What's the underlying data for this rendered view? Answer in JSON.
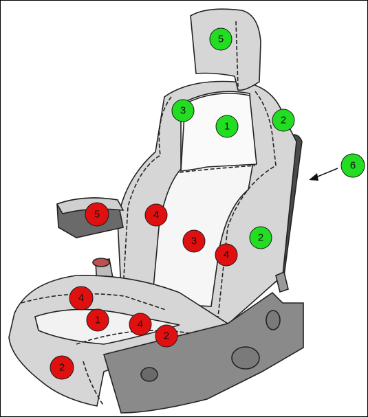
{
  "colors": {
    "green_marker": "#22dd22",
    "red_marker": "#e01010",
    "seat_fill": "#d6d6d6",
    "seat_light": "#f4f4f4",
    "frame_dark": "#8a8a8a"
  },
  "markers": {
    "green": [
      {
        "id": "g5",
        "label": "5"
      },
      {
        "id": "g3",
        "label": "3"
      },
      {
        "id": "g1",
        "label": "1"
      },
      {
        "id": "g2a",
        "label": "2"
      },
      {
        "id": "g6",
        "label": "6"
      },
      {
        "id": "g2b",
        "label": "2"
      }
    ],
    "red": [
      {
        "id": "r5",
        "label": "5"
      },
      {
        "id": "r4a",
        "label": "4"
      },
      {
        "id": "r3",
        "label": "3"
      },
      {
        "id": "r4b",
        "label": "4"
      },
      {
        "id": "r4c",
        "label": "4"
      },
      {
        "id": "r1",
        "label": "1"
      },
      {
        "id": "r4d",
        "label": "4"
      },
      {
        "id": "r2a",
        "label": "2"
      },
      {
        "id": "r2b",
        "label": "2"
      }
    ]
  }
}
